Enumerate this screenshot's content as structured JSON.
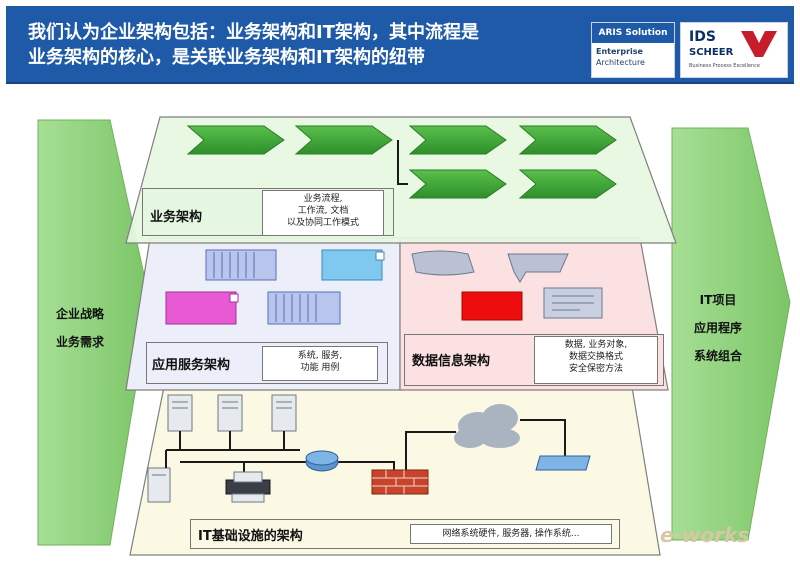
{
  "header": {
    "title_line1": "我们认为企业架构包括：业务架构和IT架构，其中流程是",
    "title_line2": "业务架构的核心，是关联业务架构和IT架构的纽带"
  },
  "logos": {
    "aris_line1": "ARIS Solution",
    "aris_line2": "Enterprise",
    "aris_line3": "Architecture",
    "ids_line1": "IDS",
    "ids_line2": "SCHEER",
    "ids_tagline": "Business Process Excellence"
  },
  "left_arrow": {
    "line1": "企业战略",
    "line2": "业务需求"
  },
  "right_arrow": {
    "line1": "IT项目",
    "line2": "应用程序",
    "line3": "系统组合"
  },
  "business_layer": {
    "label": "业务架构",
    "desc_line1": "业务流程,",
    "desc_line2": "工作流, 文档",
    "desc_line3": "以及协同工作模式"
  },
  "app_layer": {
    "label": "应用服务架构",
    "desc_line1": "系统, 服务,",
    "desc_line2": "功能 用例"
  },
  "data_layer": {
    "label": "数据信息架构",
    "desc_line1": "数据, 业务对象,",
    "desc_line2": "数据交换格式",
    "desc_line3": "安全保密方法"
  },
  "infra_layer": {
    "label": "IT基础设施的架构",
    "desc": "网络系统硬件, 服务器, 操作系统..."
  },
  "watermark": "e-works",
  "colors": {
    "header_bg": "#1f5aa8",
    "arrow_green": "#8fd47a",
    "process_green": "#3aa335",
    "business_plane": "#e6f7e1",
    "app_plane": "#eceff9",
    "data_plane": "#fbe1e1",
    "infra_plane": "#fbf9e3",
    "firewall": "#c8442c",
    "cloud": "#aab3c0"
  },
  "icons": [
    "process-chevron-icon",
    "document-stack-icon",
    "server-icon",
    "router-icon",
    "firewall-icon",
    "cloud-icon",
    "printer-icon",
    "database-icon"
  ]
}
